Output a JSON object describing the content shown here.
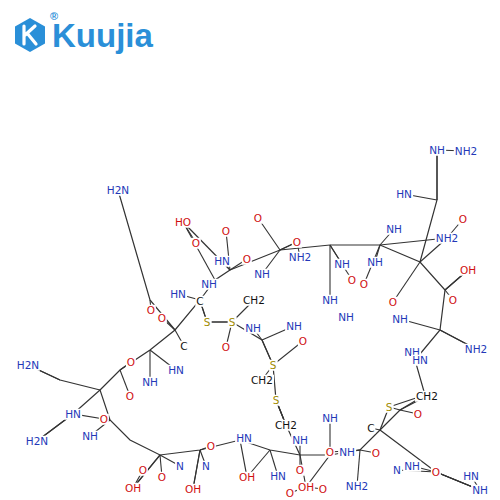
{
  "diagram": {
    "labels": [
      "Kuujia",
      "®",
      "NH",
      "NH2",
      "H2N",
      "HN",
      "HO",
      "O",
      "O",
      "O",
      "O",
      "NH2",
      "HN",
      "O",
      "NH",
      "NH2",
      "NH",
      "NH",
      "O",
      "OH",
      "HN",
      "NH",
      "C",
      "CH2",
      "O",
      "NH",
      "O",
      "NH",
      "O",
      "NH",
      "S",
      "S",
      "O",
      "NH",
      "O",
      "NH",
      "C",
      "O",
      "NH",
      "NH2",
      "H2N",
      "O",
      "HN",
      "S",
      "CH2",
      "HN",
      "NH",
      "O",
      "S",
      "CH2",
      "S",
      "HN",
      "O",
      "CH2",
      "O",
      "C",
      "NH",
      "H2N",
      "NH",
      "HN",
      "O",
      "NH",
      "O",
      "NH",
      "O",
      "N",
      "N",
      "O",
      "HN",
      "O",
      "O",
      "N",
      "NH",
      "O",
      "HN",
      "OH",
      "OH",
      "OH",
      "O",
      "OH",
      "O",
      "NH2",
      "NH",
      "O",
      "NH",
      "O"
    ]
  }
}
